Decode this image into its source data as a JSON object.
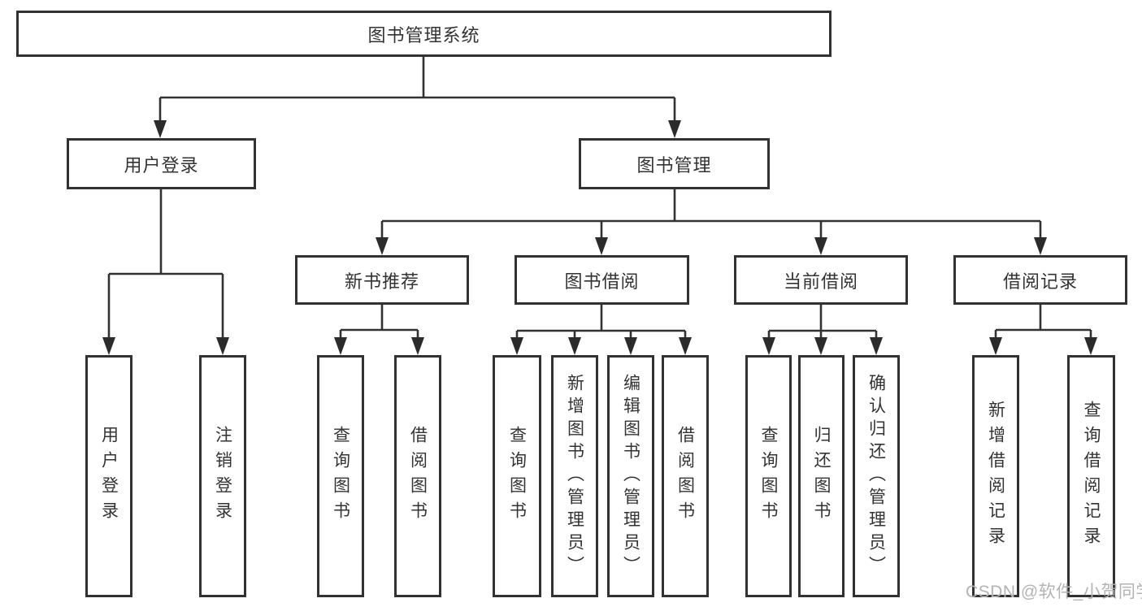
{
  "tree": {
    "root": {
      "label": "图书管理系统"
    },
    "branches": [
      {
        "label": "用户登录",
        "children": [
          {
            "label": "用户登录"
          },
          {
            "label": "注销登录"
          }
        ]
      },
      {
        "label": "图书管理",
        "children": [
          {
            "label": "新书推荐",
            "children": [
              {
                "label": "查询图书"
              },
              {
                "label": "借阅图书"
              }
            ]
          },
          {
            "label": "图书借阅",
            "children": [
              {
                "label": "查询图书"
              },
              {
                "label": "新增图书（管理员）"
              },
              {
                "label": "编辑图书（管理员）"
              },
              {
                "label": "借阅图书"
              }
            ]
          },
          {
            "label": "当前借阅",
            "children": [
              {
                "label": "查询图书"
              },
              {
                "label": "归还图书"
              },
              {
                "label": "确认归还（管理员）"
              }
            ]
          },
          {
            "label": "借阅记录",
            "children": [
              {
                "label": "新增借阅记录"
              },
              {
                "label": "查询借阅记录"
              }
            ]
          }
        ]
      }
    ]
  },
  "watermark": {
    "text": "CSDN @软件_小贺同学"
  },
  "colors": {
    "line": "#323232",
    "text": "#333333",
    "watermark": "#b3b3b3",
    "background": "#ffffff"
  }
}
